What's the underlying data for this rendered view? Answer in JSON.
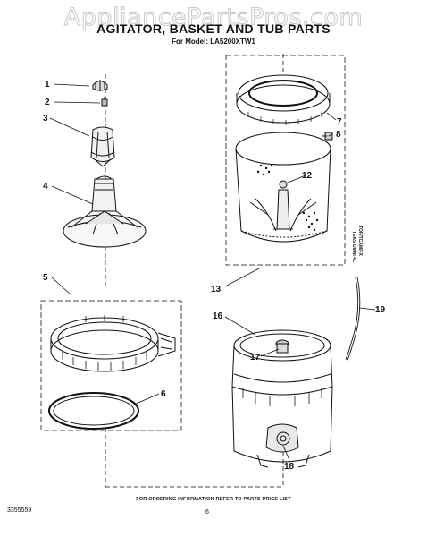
{
  "watermark": "AppliancePartsPros.com",
  "title": "AGITATOR, BASKET AND TUB PARTS",
  "subtitle": "For Model: LA5200XTW1",
  "callouts": {
    "c1": "1",
    "c2": "2",
    "c3": "3",
    "c4": "4",
    "c5": "5",
    "c6": "6",
    "c7": "7",
    "c8": "8",
    "c12": "12",
    "c13": "13",
    "c16": "16",
    "c17": "17",
    "c18": "18",
    "c19": "19"
  },
  "side_label_line1": "TOP/TCAM/FX",
  "side_label_line2": "TEAS OMNI 4L",
  "footer_note": "FOR ORDERING INFORMATION REFER TO PARTS PRICE LIST",
  "doc_number": "3355559",
  "page_number": "6"
}
